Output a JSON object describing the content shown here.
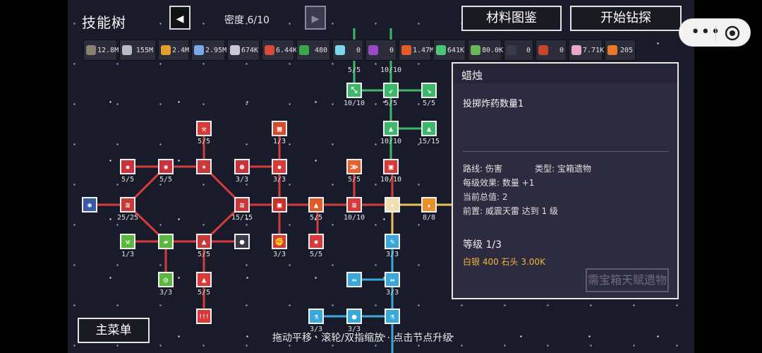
{
  "header": {
    "title": "技能树",
    "density": "密度 6/10",
    "prev_arrow": "◀",
    "next_arrow": "▶",
    "catalog_button": "材料图鉴",
    "start_button": "开始钻探"
  },
  "resources": [
    {
      "icon": "rock-ore-icon",
      "color": "#8a8072",
      "value": "12.8M"
    },
    {
      "icon": "gray-ore-icon",
      "color": "#b8bcc4",
      "value": "155M"
    },
    {
      "icon": "gold-ore-icon",
      "color": "#e0a030",
      "value": "2.4M"
    },
    {
      "icon": "blue-crystal-icon",
      "color": "#7aa8e8",
      "value": "2.95M"
    },
    {
      "icon": "silver-shard-icon",
      "color": "#c8c8d8",
      "value": "674K"
    },
    {
      "icon": "red-gem-icon",
      "color": "#d84a3a",
      "value": "6.44K"
    },
    {
      "icon": "green-gem-icon",
      "color": "#3aa84a",
      "value": "480"
    },
    {
      "icon": "ice-crystal-icon",
      "color": "#7ad8e8",
      "value": "0"
    },
    {
      "icon": "purple-gem-icon",
      "color": "#9a4ac8",
      "value": "0"
    },
    {
      "icon": "fire-ore-icon",
      "color": "#e85a2a",
      "value": "1.47M"
    },
    {
      "icon": "emerald-ore-icon",
      "color": "#4ac87a",
      "value": "641K"
    },
    {
      "icon": "jade-ore-icon",
      "color": "#6ab85a",
      "value": "80.0K"
    },
    {
      "icon": "dark-orb-icon",
      "color": "#3a3a4a",
      "value": "0"
    },
    {
      "icon": "ember-orb-icon",
      "color": "#c8442a",
      "value": "0"
    },
    {
      "icon": "pink-shard-icon",
      "color": "#e8a8c8",
      "value": "7.71K"
    },
    {
      "icon": "rainbow-gem-icon",
      "color": "#e8782a",
      "value": "205"
    }
  ],
  "tree": {
    "colors": {
      "red": "#d63c3c",
      "green": "#3cb86a",
      "blue": "#3aa8d8",
      "yellow": "#e8c258"
    },
    "nodes": [
      {
        "id": "n-center",
        "icon": "cross-core-icon",
        "bg": "#f0e0b0",
        "glyph": "✦",
        "label": ""
      },
      {
        "id": "n-c1",
        "icon": "spiral-icon",
        "bg": "#d83a3a",
        "glyph": "≋",
        "label": "10/10"
      },
      {
        "id": "n-c2",
        "icon": "arrow-up-icon",
        "bg": "#e05a2a",
        "glyph": "▲",
        "label": "5/5"
      },
      {
        "id": "n-c3",
        "icon": "red-chest-icon",
        "bg": "#c8322a",
        "glyph": "▣",
        "label": ""
      },
      {
        "id": "n-c4",
        "icon": "spiral-icon",
        "bg": "#c83a3a",
        "glyph": "≋",
        "label": "15/15"
      },
      {
        "id": "n-l1",
        "icon": "hex-top-icon",
        "bg": "#c83a3a",
        "glyph": "✶",
        "label": ""
      },
      {
        "id": "n-l2",
        "icon": "hex-topleft-icon",
        "bg": "#c8323a",
        "glyph": "✺",
        "label": "5/5"
      },
      {
        "id": "n-l3",
        "icon": "hex-left-icon",
        "bg": "#c83a3a",
        "glyph": "≋",
        "label": "25/25"
      },
      {
        "id": "n-l4",
        "icon": "hex-bottomleft-icon",
        "bg": "#5ab840",
        "glyph": "▰",
        "label": ""
      },
      {
        "id": "n-l5",
        "icon": "hex-bottom-icon",
        "bg": "#c83a3a",
        "glyph": "▲",
        "label": "5/5"
      },
      {
        "id": "n-l6",
        "icon": "bomb-icon",
        "bg": "#3a3a4a",
        "glyph": "●",
        "label": ""
      },
      {
        "id": "n-l7",
        "icon": "far-left-icon",
        "bg": "#3a5aa8",
        "glyph": "✱",
        "label": ""
      },
      {
        "id": "n-l8",
        "icon": "pickaxe-icon",
        "bg": "#d83a3a",
        "glyph": "⚒",
        "label": "5/5"
      },
      {
        "id": "n-l9",
        "icon": "beetle-icon",
        "bg": "#c8323a",
        "glyph": "✹",
        "label": "5/5"
      },
      {
        "id": "n-l10",
        "icon": "drill-icon",
        "bg": "#c8323a",
        "glyph": "⊛",
        "label": "3/3"
      },
      {
        "id": "n-l11",
        "icon": "flame-icon",
        "bg": "#d83a3a",
        "glyph": "✸",
        "label": "3/3"
      },
      {
        "id": "n-l12",
        "icon": "orange-block-icon",
        "bg": "#d84a2a",
        "glyph": "▦",
        "label": "1/3"
      },
      {
        "id": "n-l13",
        "icon": "green-pick-icon",
        "bg": "#5ab840",
        "glyph": "⚒",
        "label": "1/3"
      },
      {
        "id": "n-l14",
        "icon": "target-icon",
        "bg": "#5ab840",
        "glyph": "◎",
        "label": "3/3"
      },
      {
        "id": "n-l15",
        "icon": "arrow-up-icon",
        "bg": "#d83a3a",
        "glyph": "▲",
        "label": "5/5"
      },
      {
        "id": "n-l16",
        "icon": "warning-icon",
        "bg": "#d83a3a",
        "glyph": "!!!",
        "label": ""
      },
      {
        "id": "n-l17",
        "icon": "fist-icon",
        "bg": "#d83a3a",
        "glyph": "✊",
        "label": "3/3"
      },
      {
        "id": "n-l18",
        "icon": "bell-icon",
        "bg": "#d83a3a",
        "glyph": "✸",
        "label": "5/5"
      },
      {
        "id": "n-g1",
        "icon": "arrow-up-green-icon",
        "bg": "#3cb86a",
        "glyph": "⤡",
        "label": "10/10"
      },
      {
        "id": "n-g2",
        "icon": "arrow-left-green-icon",
        "bg": "#3cb86a",
        "glyph": "↙",
        "label": "5/5"
      },
      {
        "id": "n-g3",
        "icon": "arrow-right-green-icon",
        "bg": "#3cb86a",
        "glyph": "↘",
        "label": "5/5"
      },
      {
        "id": "n-g4",
        "icon": "mountain-icon",
        "bg": "#3cb86a",
        "glyph": "▲",
        "label": "10/10"
      },
      {
        "id": "n-g5",
        "icon": "mountain-icon",
        "bg": "#3cb86a",
        "glyph": "▲",
        "label": "15/15"
      },
      {
        "id": "n-g6",
        "icon": "chest-icon",
        "bg": "#d83a3a",
        "glyph": "▣",
        "label": "10/10"
      },
      {
        "id": "n-g7",
        "icon": "dash-icon",
        "bg": "#e8602a",
        "glyph": "≫",
        "label": "5/5"
      },
      {
        "id": "n-y1",
        "icon": "candle-icon",
        "bg": "#e8902a",
        "glyph": "▴",
        "label": "8/8"
      },
      {
        "id": "n-b1",
        "icon": "key-icon",
        "bg": "#3aa8d8",
        "glyph": "✎",
        "label": "3/3"
      },
      {
        "id": "n-b2",
        "icon": "beam-icon",
        "bg": "#3aa8d8",
        "glyph": "⇔",
        "label": "3/3"
      },
      {
        "id": "n-b3",
        "icon": "beam-icon",
        "bg": "#3aa8d8",
        "glyph": "⇔",
        "label": ""
      },
      {
        "id": "n-b4",
        "icon": "flask-icon",
        "bg": "#3aa8d8",
        "glyph": "⚗",
        "label": "3/3"
      },
      {
        "id": "n-b5",
        "icon": "orb-icon",
        "bg": "#3aa8d8",
        "glyph": "●",
        "label": "3/3"
      },
      {
        "id": "n-b6",
        "icon": "flask-icon",
        "bg": "#3aa8d8",
        "glyph": "⚗",
        "label": ""
      }
    ]
  },
  "panel": {
    "title": "蜡烛",
    "description": "投掷炸药数量1",
    "route": "路线: 伤害",
    "type": "类型: 宝箱遗物",
    "per_level": "每级效果: 数量 +1",
    "current_total": "当前总值: 2",
    "prereq": "前置: 威震天雷 达到 1 级",
    "level": "等级 1/3",
    "cost": "白银 400  石头 3.00K",
    "action_button": "需宝箱天赋遗物"
  },
  "footer": {
    "menu_button": "主菜单",
    "hint": "拖动平移 · 滚轮/双指缩放 · 点击节点升级"
  },
  "capsule": {
    "more": "•••"
  }
}
